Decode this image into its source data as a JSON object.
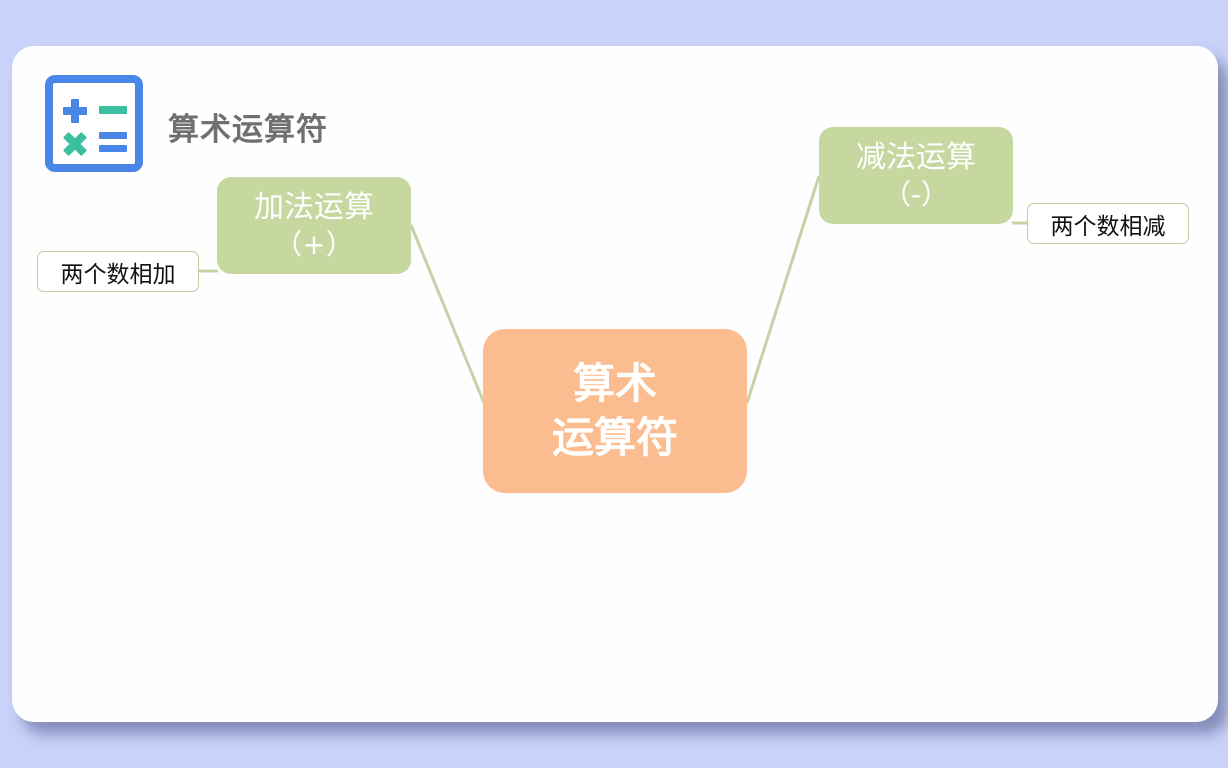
{
  "header": {
    "icon": "calculator-operators-icon",
    "title": "算术运算符"
  },
  "mindmap": {
    "center": {
      "line1": "算术",
      "line2": "运算符"
    },
    "branches": [
      {
        "label": "加法运算",
        "symbol": "（+）",
        "leaf": "两个数相加"
      },
      {
        "label": "减法运算",
        "symbol": "（-）",
        "leaf": "两个数相减"
      }
    ]
  },
  "colors": {
    "background": "#c9d2fb",
    "card": "#fefefe",
    "icon_blue": "#4a86e8",
    "icon_teal": "#3bbf9f",
    "branch_green": "#c6d79f",
    "center_orange": "#fbbd90",
    "title_gray": "#707070"
  }
}
